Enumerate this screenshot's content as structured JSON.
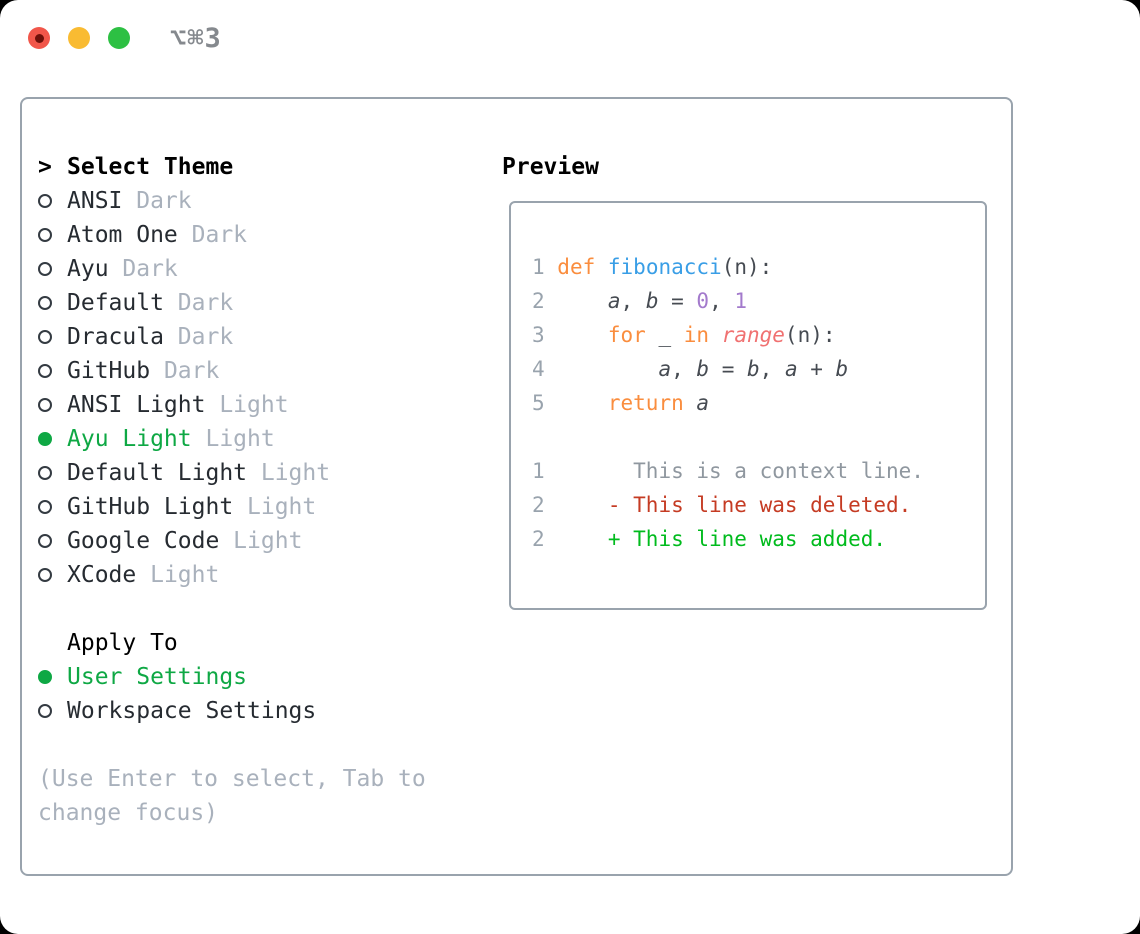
{
  "window": {
    "title": "⌥⌘3"
  },
  "theme_selector": {
    "cursor": ">",
    "header": "Select Theme",
    "items": [
      {
        "name": "ANSI",
        "variant": "Dark",
        "selected": false
      },
      {
        "name": "Atom One",
        "variant": "Dark",
        "selected": false
      },
      {
        "name": "Ayu",
        "variant": "Dark",
        "selected": false
      },
      {
        "name": "Default",
        "variant": "Dark",
        "selected": false
      },
      {
        "name": "Dracula",
        "variant": "Dark",
        "selected": false
      },
      {
        "name": "GitHub",
        "variant": "Dark",
        "selected": false
      },
      {
        "name": "ANSI Light",
        "variant": "Light",
        "selected": false
      },
      {
        "name": "Ayu Light",
        "variant": "Light",
        "selected": true
      },
      {
        "name": "Default Light",
        "variant": "Light",
        "selected": false
      },
      {
        "name": "GitHub Light",
        "variant": "Light",
        "selected": false
      },
      {
        "name": "Google Code",
        "variant": "Light",
        "selected": false
      },
      {
        "name": "XCode",
        "variant": "Light",
        "selected": false
      }
    ]
  },
  "apply_to": {
    "header": "Apply To",
    "options": [
      {
        "label": "User Settings",
        "selected": true
      },
      {
        "label": "Workspace Settings",
        "selected": false
      }
    ]
  },
  "help_lines": [
    "(Use Enter to select, Tab to",
    "change focus)"
  ],
  "preview": {
    "header": "Preview",
    "lines": [
      {
        "tokens": [
          [
            "ln",
            "1 "
          ],
          [
            "kw",
            "def"
          ],
          [
            "fg",
            " "
          ],
          [
            "ent",
            "fibonacci"
          ],
          [
            "fg",
            "(n):"
          ]
        ]
      },
      {
        "tokens": [
          [
            "ln",
            "2 "
          ],
          [
            "fg",
            "    "
          ],
          [
            "var",
            "a"
          ],
          [
            "fg",
            ", "
          ],
          [
            "var",
            "b"
          ],
          [
            "fg",
            " = "
          ],
          [
            "con",
            "0"
          ],
          [
            "fg",
            ", "
          ],
          [
            "con",
            "1"
          ]
        ]
      },
      {
        "tokens": [
          [
            "ln",
            "3 "
          ],
          [
            "fg",
            "    "
          ],
          [
            "kw",
            "for"
          ],
          [
            "fg",
            " _ "
          ],
          [
            "kw",
            "in"
          ],
          [
            "fg",
            " "
          ],
          [
            "rng",
            "range"
          ],
          [
            "fg",
            "(n):"
          ]
        ]
      },
      {
        "tokens": [
          [
            "ln",
            "4 "
          ],
          [
            "fg",
            "        "
          ],
          [
            "var",
            "a"
          ],
          [
            "fg",
            ", "
          ],
          [
            "var",
            "b"
          ],
          [
            "fg",
            " = "
          ],
          [
            "var",
            "b"
          ],
          [
            "fg",
            ", "
          ],
          [
            "var",
            "a"
          ],
          [
            "fg",
            " + "
          ],
          [
            "var",
            "b"
          ]
        ]
      },
      {
        "tokens": [
          [
            "ln",
            "5 "
          ],
          [
            "fg",
            "    "
          ],
          [
            "kw",
            "return"
          ],
          [
            "fg",
            " "
          ],
          [
            "var",
            "a"
          ]
        ]
      },
      {
        "tokens": []
      },
      {
        "tokens": [
          [
            "ln",
            "1 "
          ],
          [
            "ctx",
            "      This is a context line."
          ]
        ]
      },
      {
        "tokens": [
          [
            "ln",
            "2 "
          ],
          [
            "del",
            "    - This line was deleted."
          ]
        ]
      },
      {
        "tokens": [
          [
            "ln",
            "2 "
          ],
          [
            "add",
            "    + This line was added."
          ]
        ]
      }
    ]
  },
  "colors": {
    "border": "#99a3ad",
    "green": "#0ea844",
    "muted": "#a9b1bc",
    "help": "#a9b1bc",
    "list_fg": "#262b31",
    "title_fg": "#85898e",
    "ln": "#99a3ad",
    "kw": "#fa8d3e",
    "ent": "#399ee6",
    "con": "#a37acc",
    "rng": "#f07171",
    "code_fg": "#464b52",
    "ctx": "#8f979f",
    "del": "#c53b23",
    "add": "#00bb1d",
    "tl_red": "#f1564a",
    "tl_red_dot": "#6e100a",
    "tl_yellow": "#f9bb32",
    "tl_green": "#2dc043"
  }
}
